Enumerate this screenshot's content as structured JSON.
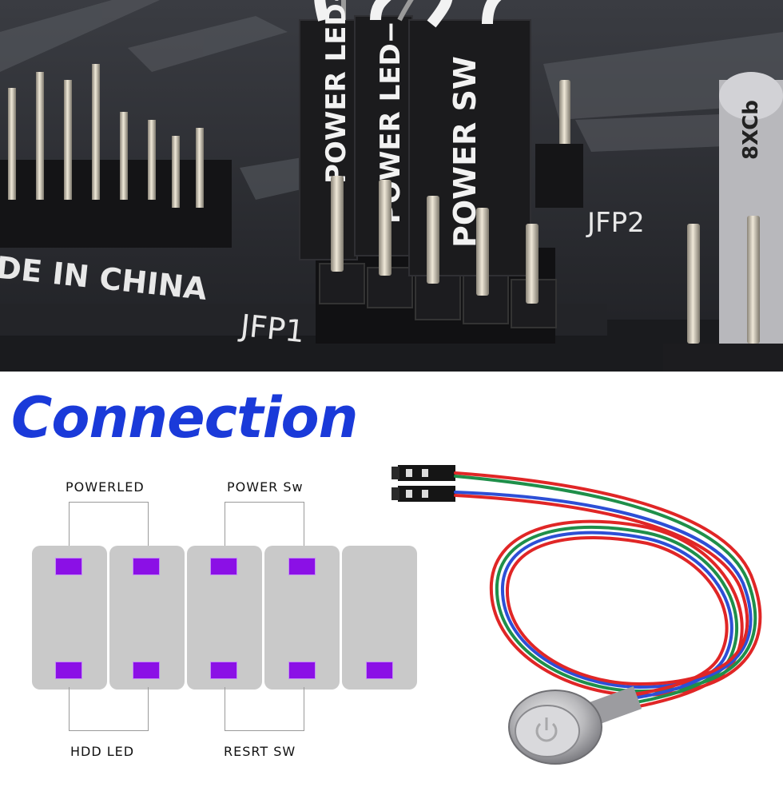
{
  "photo": {
    "connector_labels": [
      "POWER LED+",
      "POWER LED−",
      "POWER SW"
    ],
    "board_markings": [
      "DE IN CHINA",
      "JFP1",
      "JFP2",
      "8XCb"
    ]
  },
  "heading": "Connection",
  "pin_labels": {
    "top_left": "POWERLED",
    "top_right": "POWER Sw",
    "bottom_left": "HDD LED",
    "bottom_right": "RESRT SW"
  },
  "colors": {
    "heading": "#1a3ad9",
    "pin_pad": "#8b10e6",
    "header_block": "#c9c9c9"
  },
  "icons": [
    "power-symbol-icon"
  ]
}
